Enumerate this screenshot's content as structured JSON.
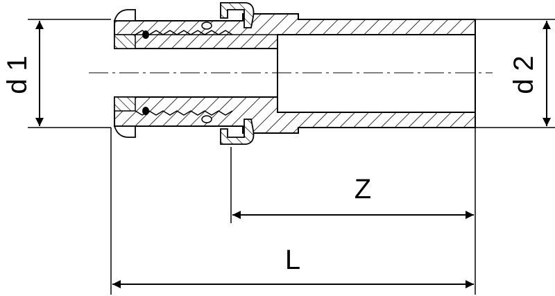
{
  "drawing": {
    "labels": {
      "d1": "d 1",
      "d2": "d 2",
      "z": "Z",
      "l": "L"
    },
    "colors": {
      "line": "#000000",
      "background": "#ffffff"
    }
  }
}
